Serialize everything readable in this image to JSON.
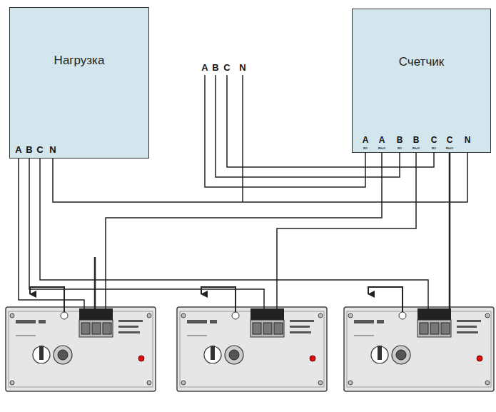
{
  "diagram": {
    "nodes": [
      {
        "text": [
          "Нагрузка"
        ]
      },
      {
        "text": [
          "Счетчик"
        ]
      }
    ],
    "edges": [
      {
        "from": 0,
        "to": 1,
        "arrow": "none"
      }
    ],
    "labels": [
      "A",
      "B",
      "C",
      "N",
      "A",
      "B",
      "C",
      "N",
      "A",
      "вх",
      "A",
      "вых",
      "B",
      "вх",
      "B",
      "вых",
      "C",
      "вх",
      "C",
      "вых",
      "N"
    ]
  }
}
